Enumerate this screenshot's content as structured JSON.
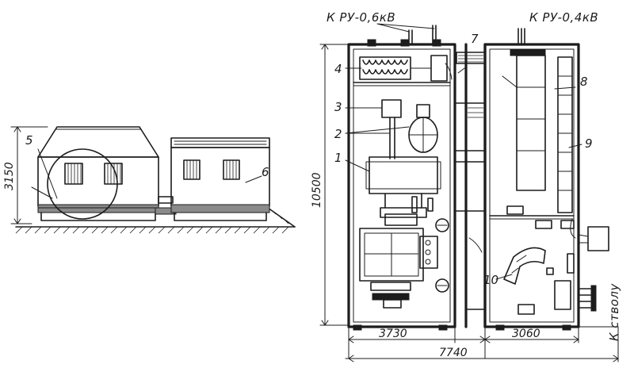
{
  "labels": {
    "ru06": "К РУ-0,6кВ",
    "ru04": "К РУ-0,4кВ",
    "to_shaft": "К стволу",
    "n1": "1",
    "n2": "2",
    "n3": "3",
    "n4": "4",
    "n5": "5",
    "n6": "6",
    "n7": "7",
    "n8": "8",
    "n9": "9",
    "n10": "10"
  },
  "dimensions": {
    "side_height": "3150",
    "plan_length": "10500",
    "width_left": "3730",
    "width_total": "7740",
    "width_right": "3060"
  }
}
